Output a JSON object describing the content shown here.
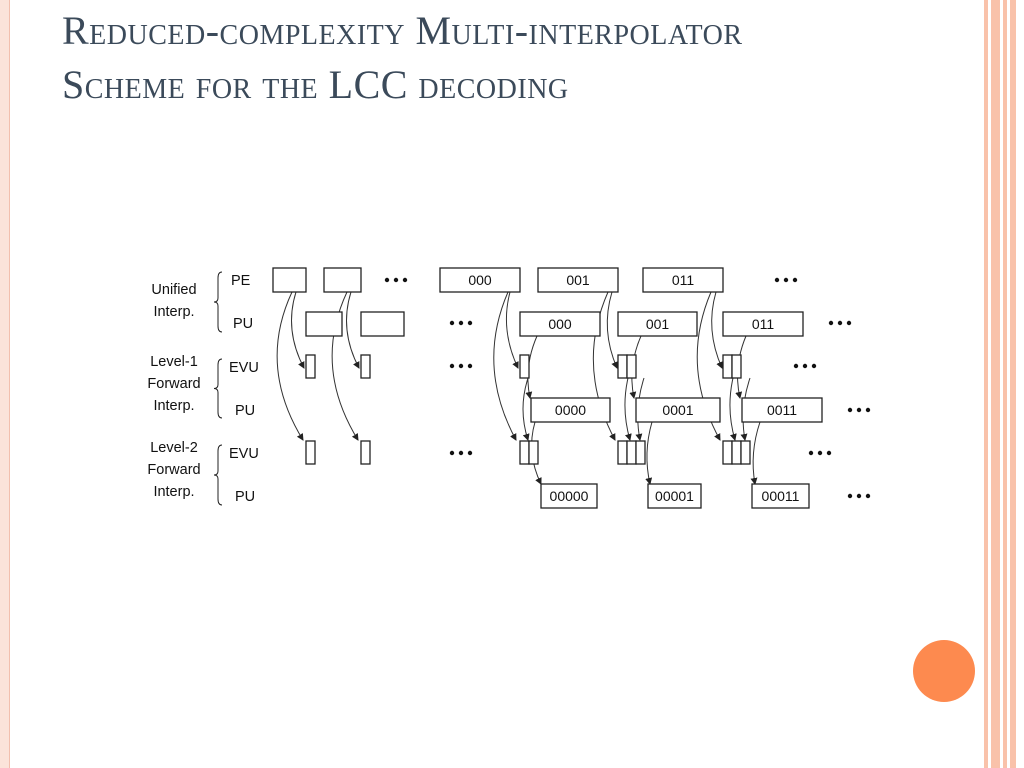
{
  "slide": {
    "title": "Reduced-complexity Multi-interpolator Scheme for the LCC decoding"
  },
  "theme": {
    "title_color": "#3b4a5a",
    "accent_color": "#fd8a4f",
    "frame_color": "#f9c2aa"
  },
  "diagram": {
    "group_labels": [
      {
        "lines": [
          "Unified",
          "Interp."
        ]
      },
      {
        "lines": [
          "Level-1",
          "Forward",
          "Interp."
        ]
      },
      {
        "lines": [
          "Level-2",
          "Forward",
          "Interp."
        ]
      }
    ],
    "row_labels": [
      "PE",
      "PU",
      "EVU",
      "PU",
      "EVU",
      "PU"
    ],
    "ellipsis": "•••",
    "unit_labels": {
      "pe": [
        "000",
        "001",
        "011"
      ],
      "pu1": [
        "000",
        "001",
        "011"
      ],
      "pu2": [
        "0000",
        "0001",
        "0011"
      ],
      "pu3": [
        "00000",
        "00001",
        "00011"
      ]
    }
  }
}
